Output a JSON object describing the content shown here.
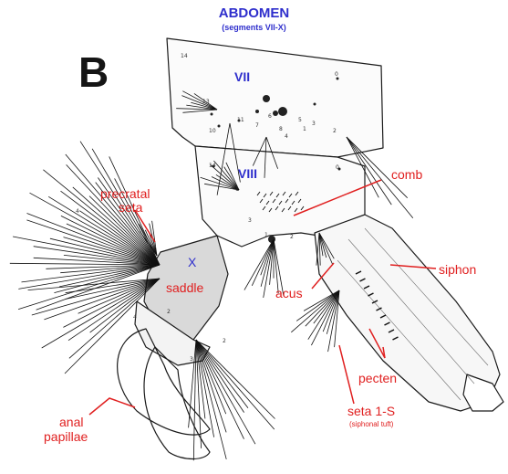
{
  "figure": {
    "title": "ABDOMEN",
    "subtitle": "(segments VII-X)",
    "panel_letter": "B",
    "colors": {
      "segment_text": "#2e2ecc",
      "annotation": "#e02020",
      "drawing": "#151515"
    }
  },
  "segments": {
    "vii": "VII",
    "viii": "VIII",
    "x": "X"
  },
  "labels": {
    "comb": "comb",
    "precratal_1": "precratal",
    "precratal_2": "seta",
    "saddle": "saddle",
    "siphon": "siphon",
    "acus": "acus",
    "anal_1": "anal",
    "anal_2": "papillae",
    "pecten": "pecten",
    "seta_1s": "seta 1-S",
    "siphonal_tuft": "(siphonal tuft)"
  },
  "setae_numbers": [
    "14",
    "0",
    "13",
    "11",
    "10",
    "6",
    "8",
    "7",
    "4",
    "5",
    "3",
    "2",
    "1",
    "0",
    "14",
    "4",
    "1",
    "3",
    "2",
    "1",
    "2",
    "4",
    "3",
    "2"
  ]
}
